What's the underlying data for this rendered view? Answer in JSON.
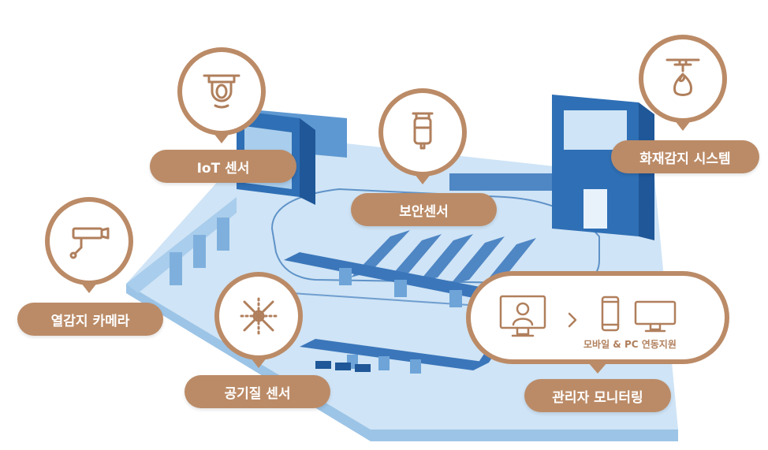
{
  "labels": {
    "iot": "IoT 센서",
    "security": "보안센서",
    "fire": "화재감지 시스템",
    "thermal": "열감지 카메라",
    "air": "공기질 센서",
    "monitoring": "관리자 모니터링",
    "mobile_pc": "모바일 & PC 연동지원"
  },
  "icons": {
    "iot": "ceiling-sensor-icon",
    "security": "security-sensor-icon",
    "fire": "fire-sprinkler-icon",
    "thermal": "cctv-camera-icon",
    "air": "air-quality-icon",
    "monitor": "person-monitor-icon",
    "arrow": "chevron-right-icon",
    "phone": "smartphone-icon",
    "pc": "pc-monitor-icon"
  },
  "colors": {
    "accent": "#bb8b67",
    "floor": "#cfe4f6",
    "walls": "#2f6fb5"
  }
}
